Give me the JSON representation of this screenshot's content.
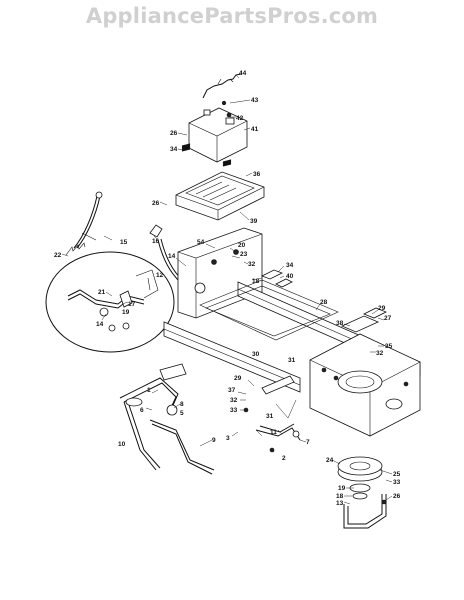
{
  "watermark": "AppliancePartsPros.com",
  "callouts": [
    {
      "id": "c44",
      "text": "44"
    },
    {
      "id": "c43",
      "text": "43"
    },
    {
      "id": "c42",
      "text": "42"
    },
    {
      "id": "c41",
      "text": "41"
    },
    {
      "id": "c26a",
      "text": "26"
    },
    {
      "id": "c34",
      "text": "34"
    },
    {
      "id": "c36",
      "text": "36"
    },
    {
      "id": "c26b",
      "text": "26"
    },
    {
      "id": "c39",
      "text": "39"
    },
    {
      "id": "c16",
      "text": "16"
    },
    {
      "id": "c15",
      "text": "15"
    },
    {
      "id": "c22",
      "text": "22"
    },
    {
      "id": "c54",
      "text": "54"
    },
    {
      "id": "c20",
      "text": "20"
    },
    {
      "id": "c23",
      "text": "23"
    },
    {
      "id": "c32a",
      "text": "32"
    },
    {
      "id": "c14",
      "text": "14"
    },
    {
      "id": "c12",
      "text": "12"
    },
    {
      "id": "c18",
      "text": "18"
    },
    {
      "id": "c34b",
      "text": "34"
    },
    {
      "id": "c40",
      "text": "40"
    },
    {
      "id": "c21",
      "text": "21"
    },
    {
      "id": "c17",
      "text": "17"
    },
    {
      "id": "c19",
      "text": "19"
    },
    {
      "id": "c14b",
      "text": "14"
    },
    {
      "id": "c28",
      "text": "28"
    },
    {
      "id": "c29",
      "text": "29"
    },
    {
      "id": "c27",
      "text": "27"
    },
    {
      "id": "c38",
      "text": "38"
    },
    {
      "id": "c35",
      "text": "35"
    },
    {
      "id": "c32b",
      "text": "32"
    },
    {
      "id": "c31a",
      "text": "31"
    },
    {
      "id": "c30",
      "text": "30"
    },
    {
      "id": "c1",
      "text": "1"
    },
    {
      "id": "c8",
      "text": "8"
    },
    {
      "id": "c5",
      "text": "5"
    },
    {
      "id": "c6",
      "text": "6"
    },
    {
      "id": "c10",
      "text": "10"
    },
    {
      "id": "c9",
      "text": "9"
    },
    {
      "id": "c29b",
      "text": "29"
    },
    {
      "id": "c37",
      "text": "37"
    },
    {
      "id": "c32c",
      "text": "32"
    },
    {
      "id": "c33",
      "text": "33"
    },
    {
      "id": "c31b",
      "text": "31"
    },
    {
      "id": "c3",
      "text": "3"
    },
    {
      "id": "c11",
      "text": "11"
    },
    {
      "id": "c7",
      "text": "7"
    },
    {
      "id": "c2",
      "text": "2"
    },
    {
      "id": "c24",
      "text": "24"
    },
    {
      "id": "c25",
      "text": "25"
    },
    {
      "id": "c19b",
      "text": "19"
    },
    {
      "id": "c33b",
      "text": "33"
    },
    {
      "id": "c18b",
      "text": "18"
    },
    {
      "id": "c13",
      "text": "13"
    },
    {
      "id": "c26c",
      "text": "26"
    }
  ]
}
